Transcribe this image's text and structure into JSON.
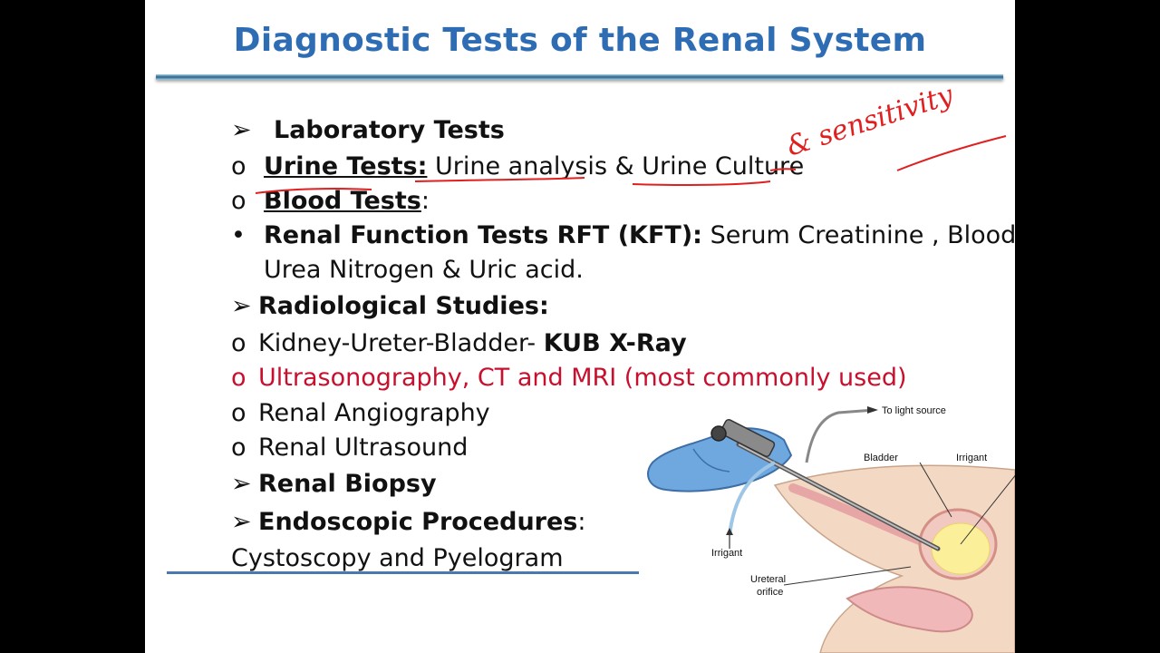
{
  "slide": {
    "title": "Diagnostic Tests of the Renal System",
    "lines": {
      "lab_marker": "➢",
      "lab": "Laboratory Tests",
      "urine_marker": "o",
      "urine_head": "Urine Tests:",
      "urine_text": "Urine analysis & Urine Culture",
      "blood_marker": "o",
      "blood_head": "Blood Tests",
      "blood_colon": ":",
      "rft_marker": "•",
      "rft_head": "Renal Function Tests RFT (KFT):",
      "rft_text": "Serum Creatinine , Blood",
      "rft_text2": "Urea Nitrogen & Uric acid.",
      "radio_marker": "➢",
      "radio": "Radiological Studies:",
      "kub_marker": "o",
      "kub_text": "Kidney-Ureter-Bladder- ",
      "kub_bold": "KUB X-Ray",
      "us_marker": "o",
      "us_text": "Ultrasonography, CT and MRI (most commonly used)",
      "angio_marker": "o",
      "angio": "Renal Angiography",
      "rus_marker": "o",
      "rus": "Renal Ultrasound",
      "biopsy_marker": "➢",
      "biopsy": "Renal Biopsy",
      "endo_marker": "➢",
      "endo": "Endoscopic Procedures",
      "endo_colon": ":",
      "cysto": "Cystoscopy and Pyelogram"
    }
  },
  "figure": {
    "to_light_source": "To light source",
    "bladder": "Bladder",
    "irrigant_right": "Irrigant",
    "irrigant_left": "Irrigant",
    "ureteral_1": "Ureteral",
    "ureteral_2": "orifice"
  },
  "handwriting": {
    "text": "& sensitivity"
  },
  "colors": {
    "title_blue": "#2E6DB4",
    "highlight_red": "#c8102e",
    "ink_red": "#e02020"
  }
}
